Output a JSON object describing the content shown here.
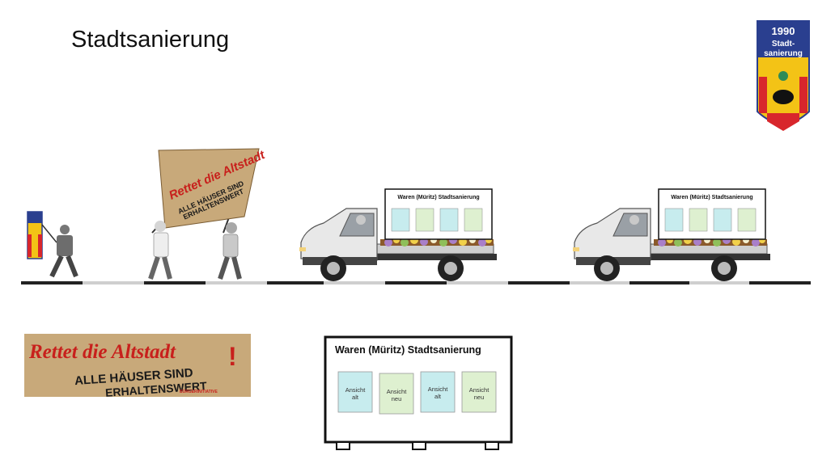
{
  "title": "Stadtsanierung",
  "emblem": {
    "year": "1990",
    "line1": "Stadt-",
    "line2": "sanierung"
  },
  "banner": {
    "line1": "Rettet die Altstadt",
    "line2": "ALLE HÄUSER SIND",
    "line3": "ERHALTENSWERT",
    "small": "BÜRGERINITIATIVE"
  },
  "board": {
    "title": "Waren (Müritz) Stadtsanierung",
    "panels": [
      {
        "line1": "Ansicht",
        "line2": "alt"
      },
      {
        "line1": "Ansicht",
        "line2": "neu"
      },
      {
        "line1": "Ansicht",
        "line2": "alt"
      },
      {
        "line1": "Ansicht",
        "line2": "neu"
      }
    ]
  },
  "colors": {
    "panel_alt": "#c7ecee",
    "panel_neu": "#def0d0",
    "banner_bg": "#c8a97a",
    "banner_text": "#c8201c",
    "emblem_blue": "#2a3f8f",
    "emblem_yellow": "#f3c316",
    "emblem_red": "#d8262c"
  }
}
